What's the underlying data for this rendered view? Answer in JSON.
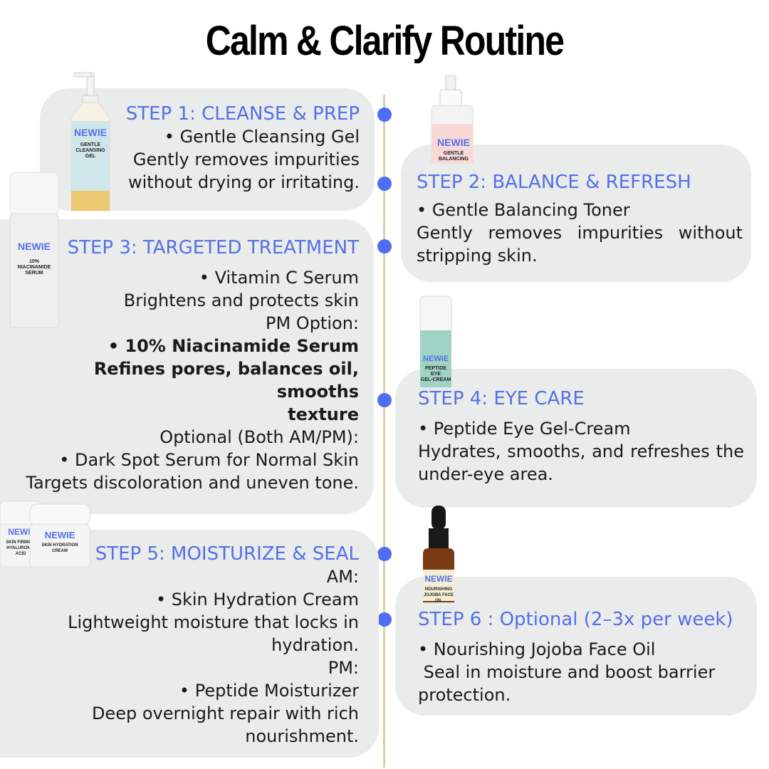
{
  "title": "Calm & Clarify Routine",
  "brand": "NEWIE",
  "colors": {
    "accent": "#5470e8",
    "dot": "#4f6df5",
    "card": "#eaebeb",
    "timeline": "#d8cfa8"
  },
  "step1": {
    "heading": "STEP 1: CLEANSE & PREP",
    "product": "Gentle Cleansing Gel",
    "desc": [
      "Gently removes impurities",
      "without drying or irritating."
    ],
    "label": [
      "GENTLE",
      "CLEANSING",
      "GEL"
    ]
  },
  "step2": {
    "heading": "STEP 2: BALANCE & REFRESH",
    "product": "Gentle Balancing Toner",
    "desc": "Gently removes impurities without stripping skin.",
    "label": [
      "GENTLE",
      "BALANCING"
    ]
  },
  "step3": {
    "heading": "STEP 3: TARGETED TREATMENT",
    "product": "Vitamin C Serum",
    "desc": "Brightens and protects skin",
    "pm_label": "PM Option:",
    "pm_product": "10% Niacinamide Serum",
    "pm_desc": [
      "Refines pores, balances oil, smooths",
      "texture"
    ],
    "optional_label": "Optional (Both AM/PM):",
    "optional_product": "Dark Spot Serum for Normal Skin",
    "optional_desc": "Targets discoloration and uneven tone.",
    "label": [
      "10%",
      "NIACINAMIDE",
      "SERUM"
    ]
  },
  "step4": {
    "heading": "STEP 4: EYE CARE",
    "product": "Peptide Eye Gel-Cream",
    "desc": "Hydrates, smooths, and  refreshes the under-eye area.",
    "label": [
      "PEPTIDE",
      "EYE",
      "GEL-CREAM"
    ]
  },
  "step5": {
    "heading": "STEP 5: MOISTURIZE & SEAL",
    "am_label": "AM:",
    "am_product": "Skin Hydration Cream",
    "am_desc": [
      "Lightweight moisture that locks in",
      "hydration."
    ],
    "pm_label": "PM:",
    "pm_product": "Peptide Moisturizer",
    "pm_desc": [
      "Deep overnight repair with rich",
      "nourishment."
    ],
    "label_a": [
      "SKIN FIRMING",
      "HYALURONIC ACID"
    ],
    "label_b": [
      "SKIN HYDRATION",
      "CREAM"
    ]
  },
  "step6": {
    "heading": "STEP 6 : Optional (2–3x per week)",
    "product": "Nourishing Jojoba Face Oil",
    "desc": [
      " Seal in moisture and boost barrier",
      "protection."
    ],
    "label": [
      "NOURISHING",
      "JOJOBA FACE OIL"
    ]
  }
}
